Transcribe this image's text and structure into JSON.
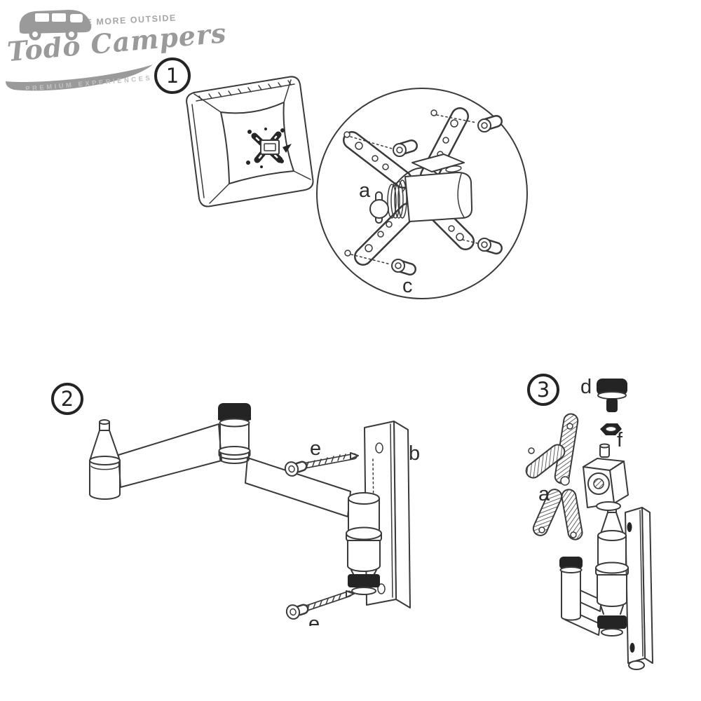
{
  "logo": {
    "tagline_top": "BE MORE OUTSIDE",
    "brand": "Todo Campers",
    "tagline_bottom": "PREMIUM EXPERIENCES",
    "gray": "#9a9a9a"
  },
  "steps": [
    {
      "number": "1"
    },
    {
      "number": "2"
    },
    {
      "number": "3"
    }
  ],
  "parts": {
    "vesa_bracket": "a",
    "wall_plate": "b",
    "vesa_screws": "c",
    "thumb_screw": "d",
    "wall_screws": "e",
    "nut": "f"
  },
  "colors": {
    "line": "#3a3a3a",
    "solid_fill": "#242424",
    "logo_gray": "#9a9a9a",
    "background": "#ffffff"
  }
}
